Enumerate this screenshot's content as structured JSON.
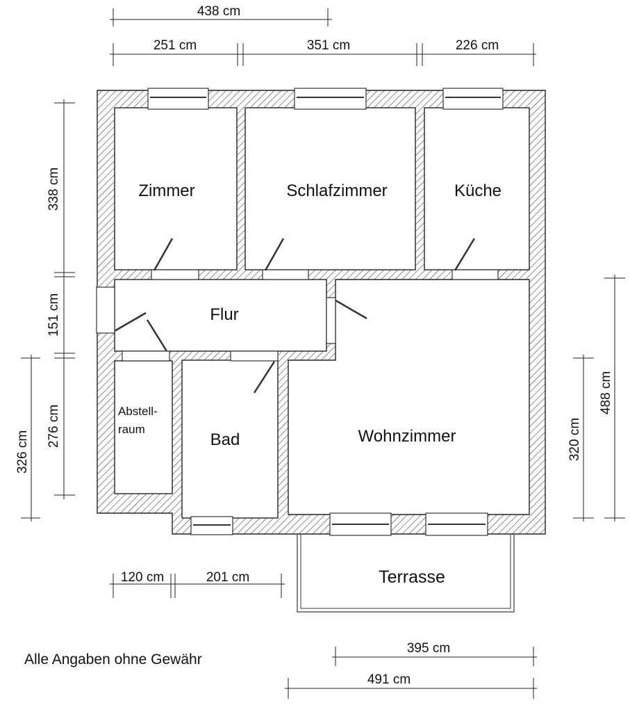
{
  "rooms": {
    "zimmer": "Zimmer",
    "schlafzimmer": "Schlafzimmer",
    "kueche": "Küche",
    "flur": "Flur",
    "abstellraum_1": "Abstell-",
    "abstellraum_2": "raum",
    "bad": "Bad",
    "wohnzimmer": "Wohnzimmer",
    "terrasse": "Terrasse"
  },
  "dimensions": {
    "top_total": "438 cm",
    "top_zimmer": "251 cm",
    "top_schlafzimmer": "351 cm",
    "top_kueche": "226 cm",
    "left_zimmer": "338 cm",
    "left_flur": "151 cm",
    "left_abstell": "276 cm",
    "left_outer": "326 cm",
    "right_outer": "488 cm",
    "right_inner": "320 cm",
    "bottom_abstell": "120 cm",
    "bottom_bad": "201 cm",
    "bottom_terrasse": "395 cm",
    "bottom_total": "491 cm"
  },
  "disclaimer": "Alle Angaben ohne Gewähr",
  "colors": {
    "line": "#222222",
    "background": "#ffffff"
  }
}
